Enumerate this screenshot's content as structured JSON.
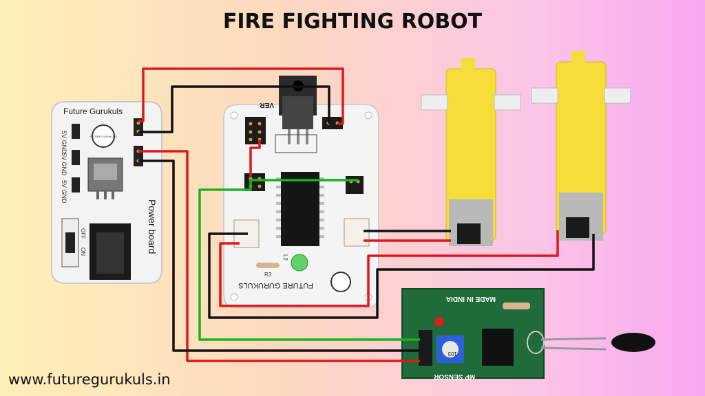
{
  "title": "FIRE FIGHTING ROBOT",
  "website": "www.futuregurukuls.in",
  "power_board": {
    "brand": "Future Gurukuls",
    "label": "Power board",
    "pin_labels": [
      "5V GND",
      "5V GND",
      "5V GND"
    ],
    "switch_off": "OFF",
    "switch_on": "ON",
    "logo_text": "FUTURE GURUKULS"
  },
  "driver_board": {
    "brand": "FUTURE GURUKULS",
    "led_label": "L2",
    "resistor_label": "R3",
    "top_label": "VER",
    "logo_text": "FUTURE GURUKULS"
  },
  "sensor_board": {
    "made_in": "MADE IN INDIA",
    "sensor_label": "MP SENSOR",
    "pot_label": "103"
  },
  "wire_colors": {
    "red": "#e0181b",
    "black": "#111111",
    "green": "#19b31e"
  }
}
